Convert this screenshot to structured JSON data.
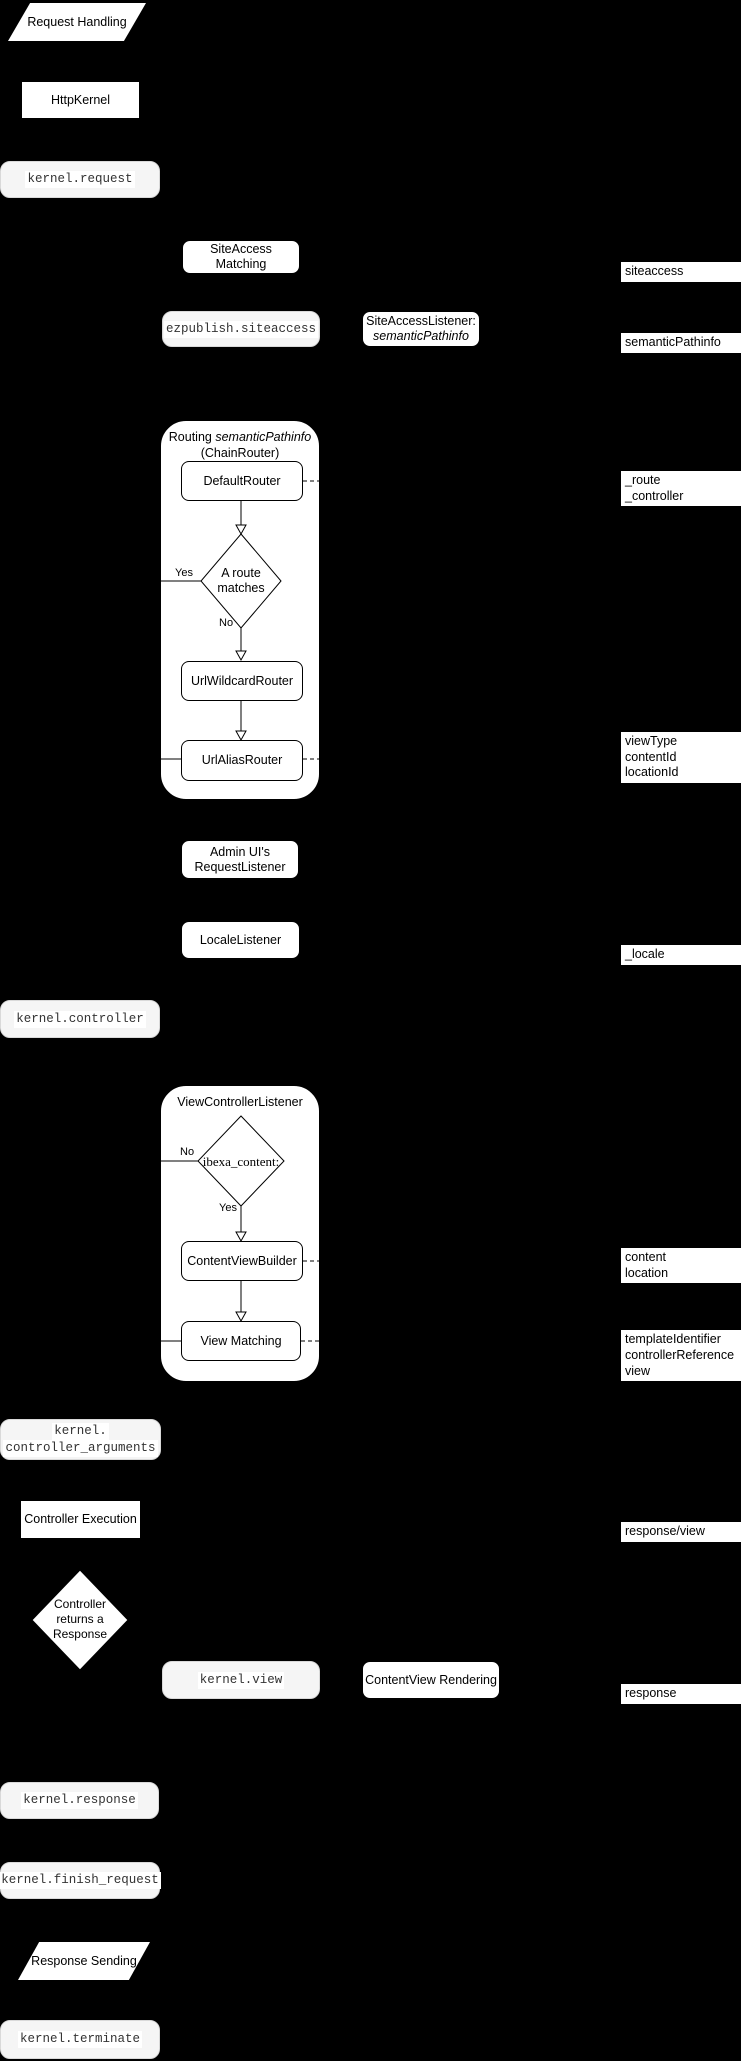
{
  "colors": {
    "background": "#000000",
    "node_fill": "#ffffff",
    "node_border": "#000000",
    "event_fill": "#f5f5f5",
    "event_border": "#d9d9d9",
    "event_text": "#333333",
    "line": "#000000"
  },
  "flow": {
    "start": "Request Handling",
    "http_kernel": "HttpKernel",
    "siteaccess_matching": "SiteAccess Matching",
    "siteaccess_listener": [
      "SiteAccessListener:",
      "semanticPathinfo"
    ],
    "admin_ui_listener": [
      "Admin UI's",
      "RequestListener"
    ],
    "locale_listener": "LocaleListener",
    "controller_execution": "Controller Execution",
    "controller_returns": [
      "Controller",
      "returns a",
      "Response"
    ],
    "content_view_rendering": "ContentView Rendering",
    "response_sending": "Response Sending"
  },
  "events": {
    "request": "kernel.request",
    "siteaccess": "ezpublish.siteaccess",
    "controller": "kernel.controller",
    "controller_arguments": [
      "kernel.",
      "controller_arguments"
    ],
    "view": "kernel.view",
    "response": "kernel.response",
    "finish_request": "kernel.finish_request",
    "terminate": "kernel.terminate"
  },
  "routing": {
    "title_prefix": "Routing ",
    "title_italic": "semanticPathinfo",
    "title_line2": "(ChainRouter)",
    "default_router": "DefaultRouter",
    "decision": [
      "A route",
      "matches"
    ],
    "yes": "Yes",
    "no": "No",
    "url_wildcard_router": "UrlWildcardRouter",
    "url_alias_router": "UrlAliasRouter"
  },
  "view_listener": {
    "title": "ViewControllerListener",
    "decision": "ibexa_content:",
    "no": "No",
    "yes": "Yes",
    "content_view_builder": "ContentViewBuilder",
    "view_matching": "View Matching"
  },
  "side_labels": {
    "siteaccess": [
      "siteaccess"
    ],
    "semantic_pathinfo": [
      "semanticPathinfo"
    ],
    "route": [
      "_route",
      "_controller"
    ],
    "view_params": [
      "viewType",
      "contentId",
      "locationId"
    ],
    "locale": [
      "_locale"
    ],
    "content": [
      "content",
      "location"
    ],
    "template": [
      "templateIdentifier",
      "controllerReference"
    ],
    "view": [
      "view"
    ],
    "response_view": [
      "response/view"
    ],
    "response": [
      "response"
    ]
  }
}
